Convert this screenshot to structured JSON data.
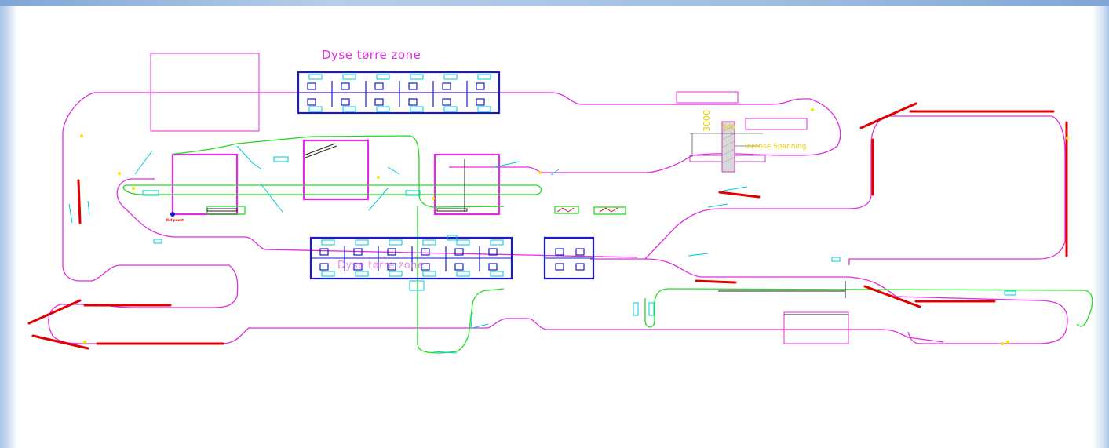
{
  "drawing": {
    "zone_label_dry": "Dyse tørre zone",
    "zone_label_lower": "Dyse tørre zone",
    "dimension_3000": "3000",
    "dimension_500": "500",
    "label_inrense": "Inrense Spanning",
    "label_ref_point": "Ref punkt"
  },
  "colors": {
    "track": "#e22ce2",
    "green_track": "#22dd22",
    "station_frame": "#1a1acc",
    "equipment": "#00c8d8",
    "red_segment": "#e00000",
    "yellow_marker": "#f2e600",
    "background": "#ffffff"
  }
}
